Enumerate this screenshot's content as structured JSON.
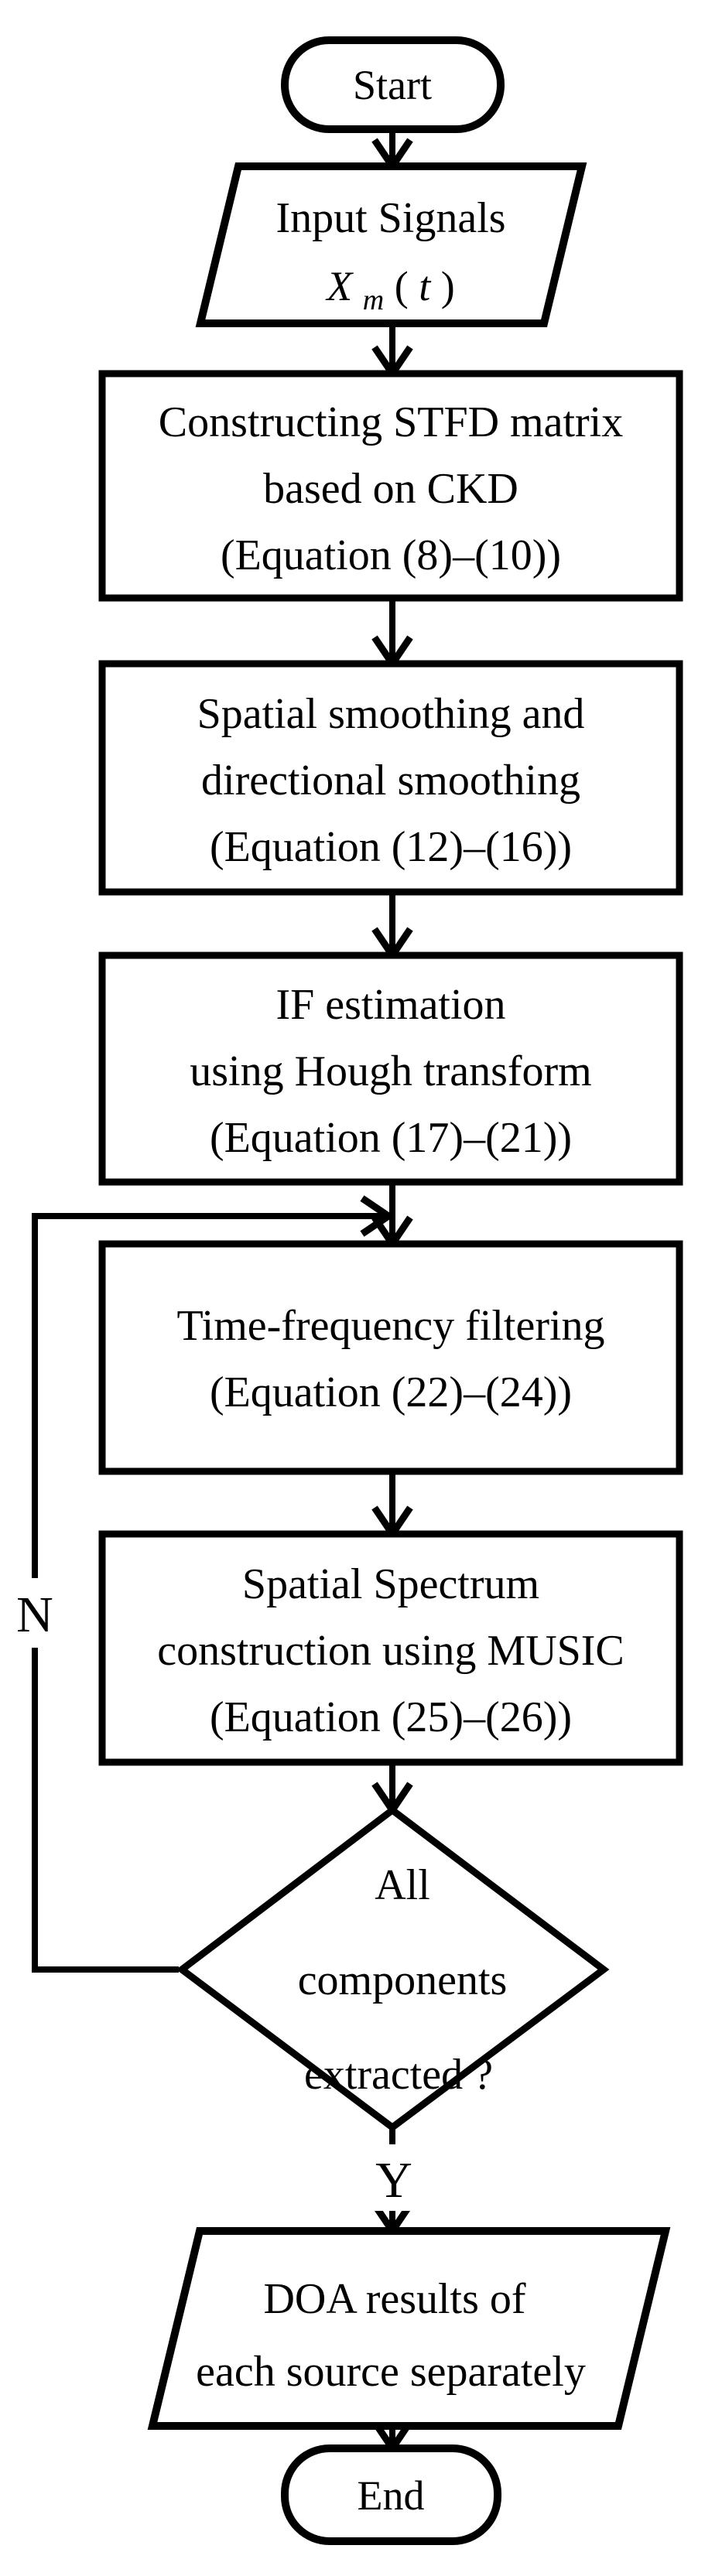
{
  "figure": {
    "background_color": "#ffffff",
    "stroke_color": "#000000",
    "nodes": {
      "start": {
        "type": "terminator",
        "label": "Start"
      },
      "input": {
        "type": "io-parallelogram",
        "line1": "Input Signals",
        "math": {
          "x": "X",
          "sub": "m",
          "open": "(",
          "t": "t",
          "close": ")"
        }
      },
      "stfd": {
        "type": "process",
        "lines": [
          "Constructing STFD matrix",
          "based on CKD",
          "(Equation (8)–(10))"
        ]
      },
      "smoothing": {
        "type": "process",
        "lines": [
          "Spatial smoothing and",
          "directional smoothing",
          "(Equation (12)–(16))"
        ]
      },
      "if_estimation": {
        "type": "process",
        "lines": [
          "IF estimation",
          "using  Hough transform",
          "(Equation (17)–(21))"
        ]
      },
      "tf_filtering": {
        "type": "process",
        "lines": [
          "Time-frequency filtering",
          "(Equation (22)–(24))"
        ]
      },
      "music": {
        "type": "process",
        "lines": [
          "Spatial Spectrum",
          "construction using MUSIC",
          "(Equation (25)–(26))"
        ]
      },
      "decision": {
        "type": "decision-diamond",
        "lines": [
          "All",
          "components",
          "extracted ?"
        ]
      },
      "doa": {
        "type": "io-parallelogram",
        "lines": [
          "DOA results of",
          "each source separately"
        ]
      },
      "end": {
        "type": "terminator",
        "label": "End"
      }
    },
    "edge_labels": {
      "no": "N",
      "yes": "Y"
    }
  }
}
